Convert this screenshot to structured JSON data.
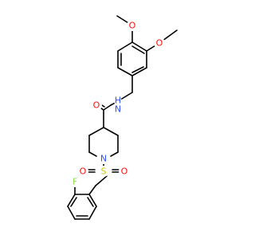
{
  "colors": {
    "bond": "#000000",
    "O": "#ff0d0d",
    "N": "#3050f8",
    "S": "#cccc00",
    "F": "#90e050",
    "background": "#ffffff"
  },
  "labels": {
    "O_methoxy_top": "O",
    "O_methoxy_right": "O",
    "N_amide": "N",
    "H_amide": "H",
    "O_carbonyl": "O",
    "N_piperidine": "N",
    "S_sulfonyl": "S",
    "O_sulfonyl_left": "O",
    "O_sulfonyl_right": "O",
    "F_fluoro": "F"
  }
}
